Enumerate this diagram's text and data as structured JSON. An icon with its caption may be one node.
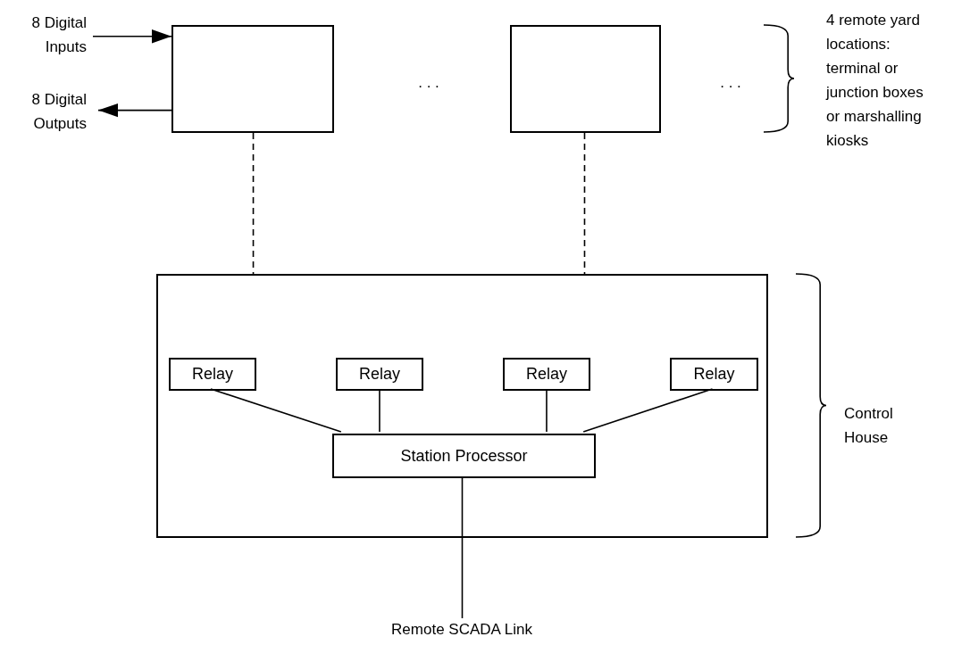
{
  "diagram": {
    "nodes": [
      {
        "text": [
          "8 Digital Inputs"
        ]
      },
      {
        "text": [
          "8 Digital Outputs"
        ]
      },
      {
        "text": [],
        "shape": "box"
      },
      {
        "text": [],
        "shape": "box"
      },
      {
        "text": [],
        "shape": "box"
      },
      {
        "text": [
          "Relay"
        ],
        "in": 4
      },
      {
        "text": [
          "Relay"
        ],
        "in": 4
      },
      {
        "text": [
          "Relay"
        ],
        "in": 4
      },
      {
        "text": [
          "Relay"
        ],
        "in": 4
      },
      {
        "text": [
          "Station Processor"
        ],
        "in": 4
      },
      {
        "text": [
          "Remote SCADA Link"
        ]
      }
    ],
    "edges": [
      {
        "from": 0,
        "to": 2,
        "arrow": "to"
      },
      {
        "from": 2,
        "to": 1,
        "arrow": "to"
      },
      {
        "from": 2,
        "to": 4,
        "arrow": "none",
        "style": "dashed"
      },
      {
        "from": 3,
        "to": 4,
        "arrow": "none",
        "style": "dashed"
      },
      {
        "from": 5,
        "to": 9,
        "arrow": "none"
      },
      {
        "from": 6,
        "to": 9,
        "arrow": "none"
      },
      {
        "from": 7,
        "to": 9,
        "arrow": "none"
      },
      {
        "from": 8,
        "to": 9,
        "arrow": "none"
      },
      {
        "from": 9,
        "to": 10,
        "arrow": "none"
      }
    ],
    "labels": [
      ". . .",
      ". . .",
      "4 remote yard locations: terminal or junction boxes or marshalling kiosks",
      "Control House"
    ]
  }
}
